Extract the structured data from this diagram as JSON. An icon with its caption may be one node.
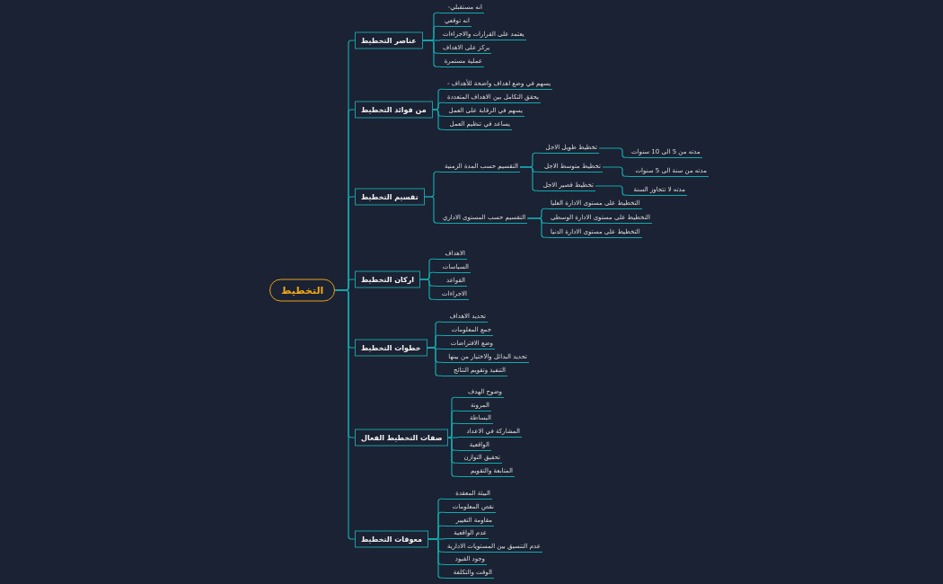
{
  "diagram": {
    "nodes": [
      {
        "text": [
          "التخطيط"
        ]
      },
      {
        "text": [
          "عناصر التخطيط"
        ]
      },
      {
        "text": [
          "انه مستقبلي-"
        ]
      },
      {
        "text": [
          "انه توقعي"
        ]
      },
      {
        "text": [
          "يعتمد على القرارات والاجراءات"
        ]
      },
      {
        "text": [
          "يركز على الاهداف"
        ]
      },
      {
        "text": [
          "عملية مستمرة"
        ]
      },
      {
        "text": [
          "من فوائد التخطيط"
        ]
      },
      {
        "text": [
          "يسهم في وضع اهداف واضحة للأهداف -"
        ]
      },
      {
        "text": [
          "يحقق التكامل بين الاهداف المتعددة"
        ]
      },
      {
        "text": [
          "يسهم في الرقابة على العمل"
        ]
      },
      {
        "text": [
          "يساعد في تنظيم العمل"
        ]
      },
      {
        "text": [
          "تقسيم التخطيط"
        ]
      },
      {
        "text": [
          "التقسيم حسب المدة الزمنية"
        ]
      },
      {
        "text": [
          "تخطيط طويل الاجل"
        ]
      },
      {
        "text": [
          "مدته من 5 الى 10 سنوات"
        ]
      },
      {
        "text": [
          "تخطيط متوسط الاجل"
        ]
      },
      {
        "text": [
          "مدته من سنة الى 5 سنوات"
        ]
      },
      {
        "text": [
          "تخطيط قصير الاجل"
        ]
      },
      {
        "text": [
          "مدته لا تتجاوز السنة"
        ]
      },
      {
        "text": [
          "التقسيم حسب المستوى الاداري"
        ]
      },
      {
        "text": [
          "التخطيط على مستوى الادارة العليا"
        ]
      },
      {
        "text": [
          "التخطيط على مستوى الادارة الوسطى"
        ]
      },
      {
        "text": [
          "التخطيط على مستوى الادارة الدنيا"
        ]
      },
      {
        "text": [
          "اركان التخطيط"
        ]
      },
      {
        "text": [
          "الاهداف"
        ]
      },
      {
        "text": [
          "السياسات"
        ]
      },
      {
        "text": [
          "القواعد"
        ]
      },
      {
        "text": [
          "الاجراءات"
        ]
      },
      {
        "text": [
          "خطوات التخطيط"
        ]
      },
      {
        "text": [
          "تحديد الاهداف"
        ]
      },
      {
        "text": [
          "جمع المعلومات"
        ]
      },
      {
        "text": [
          "وضع الافتراضات"
        ]
      },
      {
        "text": [
          "تحديد البدائل والاختيار من بينها"
        ]
      },
      {
        "text": [
          "التنفيذ وتقويم النتائج"
        ]
      },
      {
        "text": [
          "صفات التخطيط الفعال"
        ]
      },
      {
        "text": [
          "وضوح الهدف"
        ]
      },
      {
        "text": [
          "المرونة"
        ]
      },
      {
        "text": [
          "البساطة"
        ]
      },
      {
        "text": [
          "المشاركة في الاعداد"
        ]
      },
      {
        "text": [
          "الواقعية"
        ]
      },
      {
        "text": [
          "تحقيق التوازن"
        ]
      },
      {
        "text": [
          "المتابعة والتقويم"
        ]
      },
      {
        "text": [
          "معوقات التخطيط"
        ]
      },
      {
        "text": [
          "البيئة المعقدة"
        ]
      },
      {
        "text": [
          "نقص المعلومات"
        ]
      },
      {
        "text": [
          "مقاومة التغيير"
        ]
      },
      {
        "text": [
          "عدم الواقعية"
        ]
      },
      {
        "text": [
          "عدم التنسيق بين المستويات الادارية"
        ]
      },
      {
        "text": [
          "وجود القيود"
        ]
      },
      {
        "text": [
          "الوقت والتكلفة"
        ]
      }
    ],
    "edges": [
      {
        "from": 0,
        "to": 1,
        "arrow": "none"
      },
      {
        "from": 0,
        "to": 7,
        "arrow": "none"
      },
      {
        "from": 0,
        "to": 12,
        "arrow": "none"
      },
      {
        "from": 0,
        "to": 24,
        "arrow": "none"
      },
      {
        "from": 0,
        "to": 29,
        "arrow": "none"
      },
      {
        "from": 0,
        "to": 35,
        "arrow": "none"
      },
      {
        "from": 0,
        "to": 43,
        "arrow": "none"
      },
      {
        "from": 1,
        "to": 2,
        "arrow": "none"
      },
      {
        "from": 1,
        "to": 3,
        "arrow": "none"
      },
      {
        "from": 1,
        "to": 4,
        "arrow": "none"
      },
      {
        "from": 1,
        "to": 5,
        "arrow": "none"
      },
      {
        "from": 1,
        "to": 6,
        "arrow": "none"
      },
      {
        "from": 7,
        "to": 8,
        "arrow": "none"
      },
      {
        "from": 7,
        "to": 9,
        "arrow": "none"
      },
      {
        "from": 7,
        "to": 10,
        "arrow": "none"
      },
      {
        "from": 7,
        "to": 11,
        "arrow": "none"
      },
      {
        "from": 12,
        "to": 13,
        "arrow": "none"
      },
      {
        "from": 12,
        "to": 20,
        "arrow": "none"
      },
      {
        "from": 13,
        "to": 14,
        "arrow": "none"
      },
      {
        "from": 13,
        "to": 16,
        "arrow": "none"
      },
      {
        "from": 13,
        "to": 18,
        "arrow": "none"
      },
      {
        "from": 14,
        "to": 15,
        "arrow": "none"
      },
      {
        "from": 16,
        "to": 17,
        "arrow": "none"
      },
      {
        "from": 18,
        "to": 19,
        "arrow": "none"
      },
      {
        "from": 20,
        "to": 21,
        "arrow": "none"
      },
      {
        "from": 20,
        "to": 22,
        "arrow": "none"
      },
      {
        "from": 20,
        "to": 23,
        "arrow": "none"
      },
      {
        "from": 24,
        "to": 25,
        "arrow": "none"
      },
      {
        "from": 24,
        "to": 26,
        "arrow": "none"
      },
      {
        "from": 24,
        "to": 27,
        "arrow": "none"
      },
      {
        "from": 24,
        "to": 28,
        "arrow": "none"
      },
      {
        "from": 29,
        "to": 30,
        "arrow": "none"
      },
      {
        "from": 29,
        "to": 31,
        "arrow": "none"
      },
      {
        "from": 29,
        "to": 32,
        "arrow": "none"
      },
      {
        "from": 29,
        "to": 33,
        "arrow": "none"
      },
      {
        "from": 29,
        "to": 34,
        "arrow": "none"
      },
      {
        "from": 35,
        "to": 36,
        "arrow": "none"
      },
      {
        "from": 35,
        "to": 37,
        "arrow": "none"
      },
      {
        "from": 35,
        "to": 38,
        "arrow": "none"
      },
      {
        "from": 35,
        "to": 39,
        "arrow": "none"
      },
      {
        "from": 35,
        "to": 40,
        "arrow": "none"
      },
      {
        "from": 35,
        "to": 41,
        "arrow": "none"
      },
      {
        "from": 35,
        "to": 42,
        "arrow": "none"
      },
      {
        "from": 43,
        "to": 44,
        "arrow": "none"
      },
      {
        "from": 43,
        "to": 45,
        "arrow": "none"
      },
      {
        "from": 43,
        "to": 46,
        "arrow": "none"
      },
      {
        "from": 43,
        "to": 47,
        "arrow": "none"
      },
      {
        "from": 43,
        "to": 48,
        "arrow": "none"
      },
      {
        "from": 43,
        "to": 49,
        "arrow": "none"
      },
      {
        "from": 43,
        "to": 50,
        "arrow": "none"
      }
    ]
  }
}
